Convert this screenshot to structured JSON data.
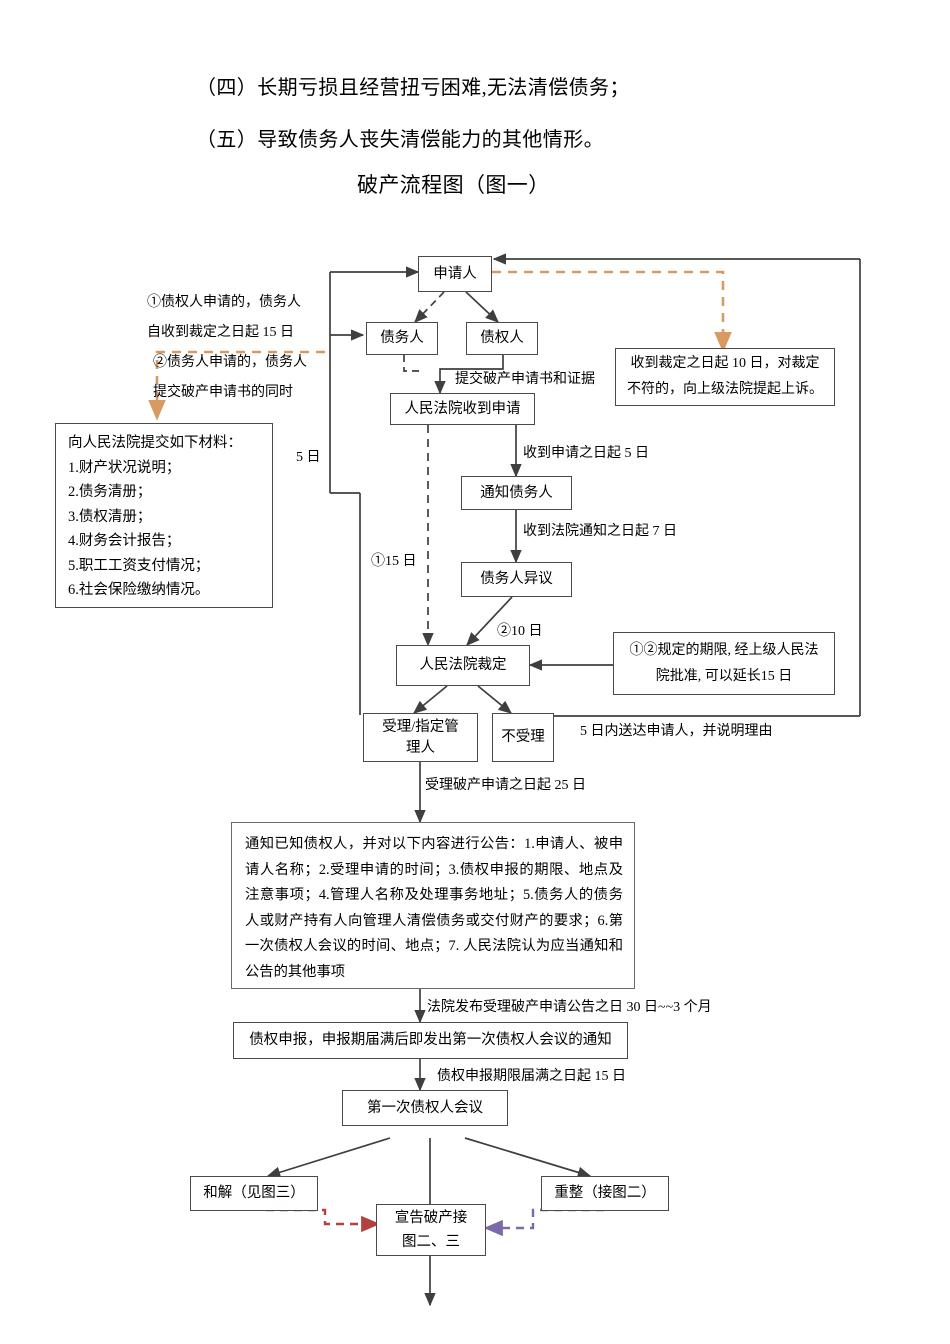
{
  "document": {
    "header_lines": [
      "（四）长期亏损且经营扭亏困难,无法清偿债务；",
      "（五）导致债务人丧失清偿能力的其他情形。"
    ],
    "title": "破产流程图（图一）"
  },
  "flowchart": {
    "nodes": {
      "applicant": "申请人",
      "debtor": "债务人",
      "creditor": "债权人",
      "court_received": "人民法院收到申请",
      "notify_debtor": "通知债务人",
      "debtor_objection": "债务人异议",
      "court_ruling": "人民法院裁定",
      "accept_admin": "受理/指定管\n理人",
      "not_accept": "不受理",
      "claim_declaration": "债权申报，申报期届满后即发出第一次债权人会议的通知",
      "first_creditor_meeting": "第一次债权人会议",
      "reconciliation": "和解（见图三）",
      "reorganization": "重整（接图二）",
      "declare_bankruptcy": "宣告破产接\n图二、三"
    },
    "annotations": {
      "left_note_1": "①债权人申请的，债务人",
      "left_note_2": "自收到裁定之日起 15 日",
      "left_note_3": "②债务人申请的，债务人",
      "left_note_4": "提交破产申请书的同时",
      "five_days": "5 日",
      "submit_evidence": "提交破产申请书和证据",
      "from_received_5days": "收到申请之日起 5 日",
      "from_court_notice_7days": "收到法院通知之日起 7 日",
      "circled_15days": "①15 日",
      "circled_10days": "②10 日",
      "serve_5days": "5 日内送达申请人，并说明理由",
      "accept_25days": "受理破产申请之日起 25 日",
      "announce_30days": "法院发布受理破产申请公告之日 30 日~~3 个月",
      "declaration_15days": "债权申报期限届满之日起 15 日"
    },
    "side_boxes": {
      "appeal": "收到裁定之日起 10 日，对裁定不符的，向上级法院提起上诉。",
      "extension": "①②规定的期限, 经上级人民法院批准, 可以延长15 日"
    },
    "materials_box": {
      "title": "向人民法院提交如下材料：",
      "items": [
        "1.财产状况说明；",
        "2.债务清册；",
        "3.债权清册；",
        "4.财务会计报告；",
        "5.职工工资支付情况；",
        "6.社会保险缴纳情况。"
      ]
    },
    "notice_box": {
      "text": "通知已知债权人，并对以下内容进行公告：1.申请人、被申请人名称；2.受理申请的时间；3.债权申报的期限、地点及注意事项；4.管理人名称及处理事务地址；5.债务人的债务人或财产持有人向管理人清偿债务或交付财产的要求；6.第一次债权人会议的时间、地点；7. 人民法院认为应当通知和公告的其他事项"
    },
    "colors": {
      "line": "#3f3f3f",
      "orange_dashed": "#d79a62",
      "red_dashed": "#b3413f",
      "purple_dashed": "#7a6aa8"
    }
  }
}
